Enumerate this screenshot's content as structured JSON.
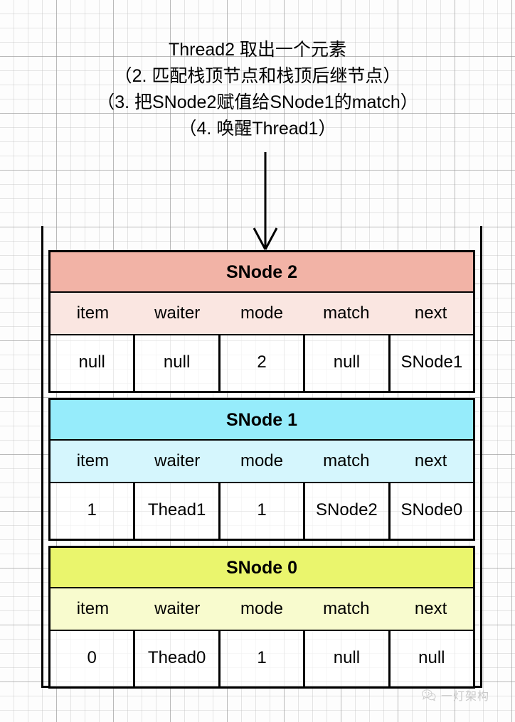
{
  "title": {
    "lines": [
      "Thread2 取出一个元素",
      "（2. 匹配栈顶节点和栈顶后继节点）",
      "（3. 把SNode2赋值给SNode1的match）",
      "（4. 唤醒Thread1）"
    ]
  },
  "arrow": {
    "name": "down-arrow",
    "direction": "down"
  },
  "columns": [
    "item",
    "waiter",
    "mode",
    "match",
    "next"
  ],
  "nodes": [
    {
      "title": "SNode 2",
      "header_color": "#f2b3a6",
      "field_color": "#fae6e1",
      "fields": [
        "item",
        "waiter",
        "mode",
        "match",
        "next"
      ],
      "values": [
        "null",
        "null",
        "2",
        "null",
        "SNode1"
      ]
    },
    {
      "title": "SNode 1",
      "header_color": "#96ecfb",
      "field_color": "#d5f6fd",
      "fields": [
        "item",
        "waiter",
        "mode",
        "match",
        "next"
      ],
      "values": [
        "1",
        "Thead1",
        "1",
        "SNode2",
        "SNode0"
      ]
    },
    {
      "title": "SNode 0",
      "header_color": "#eaf56d",
      "field_color": "#f8fbce",
      "fields": [
        "item",
        "waiter",
        "mode",
        "match",
        "next"
      ],
      "values": [
        "0",
        "Thead0",
        "1",
        "null",
        "null"
      ]
    }
  ],
  "watermark": {
    "icon": "wechat-icon",
    "text": "一灯架构",
    "color": "#c9c9c9"
  }
}
